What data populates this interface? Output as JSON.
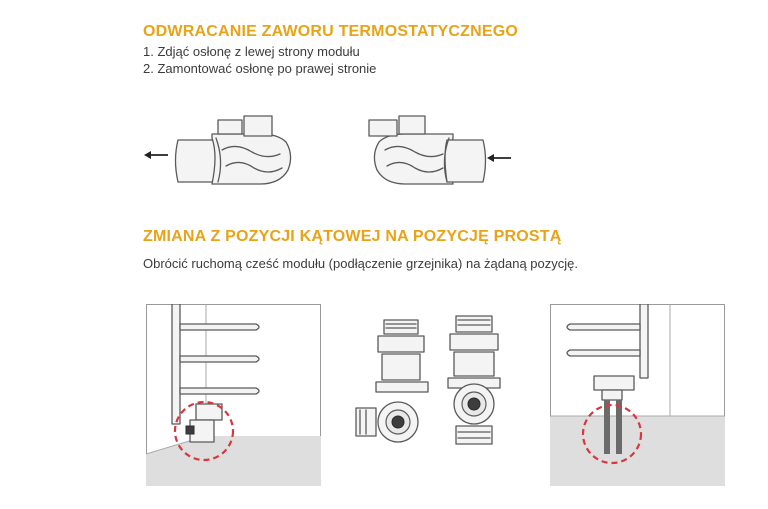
{
  "section1": {
    "title": "ODWRACANIE ZAWORU TERMOSTATYCZNEGO",
    "steps": [
      "1. Zdjąć osłonę z lewej strony modułu",
      "2. Zamontować osłonę po prawej stronie"
    ]
  },
  "section2": {
    "title": "ZMIANA Z POZYCJI KĄTOWEJ NA POZYCJĘ PROSTĄ",
    "description": "Obrócić ruchomą cześć modułu (podłączenie grzejnika) na żądaną pozycję."
  },
  "colors": {
    "heading": "#e8a317",
    "highlight_circle": "#d9363e",
    "line_art": "#5a5a5a"
  },
  "icons": [
    "arrow-left-icon",
    "arrow-left-icon",
    "valve-module-illustration",
    "radiator-illustration"
  ]
}
